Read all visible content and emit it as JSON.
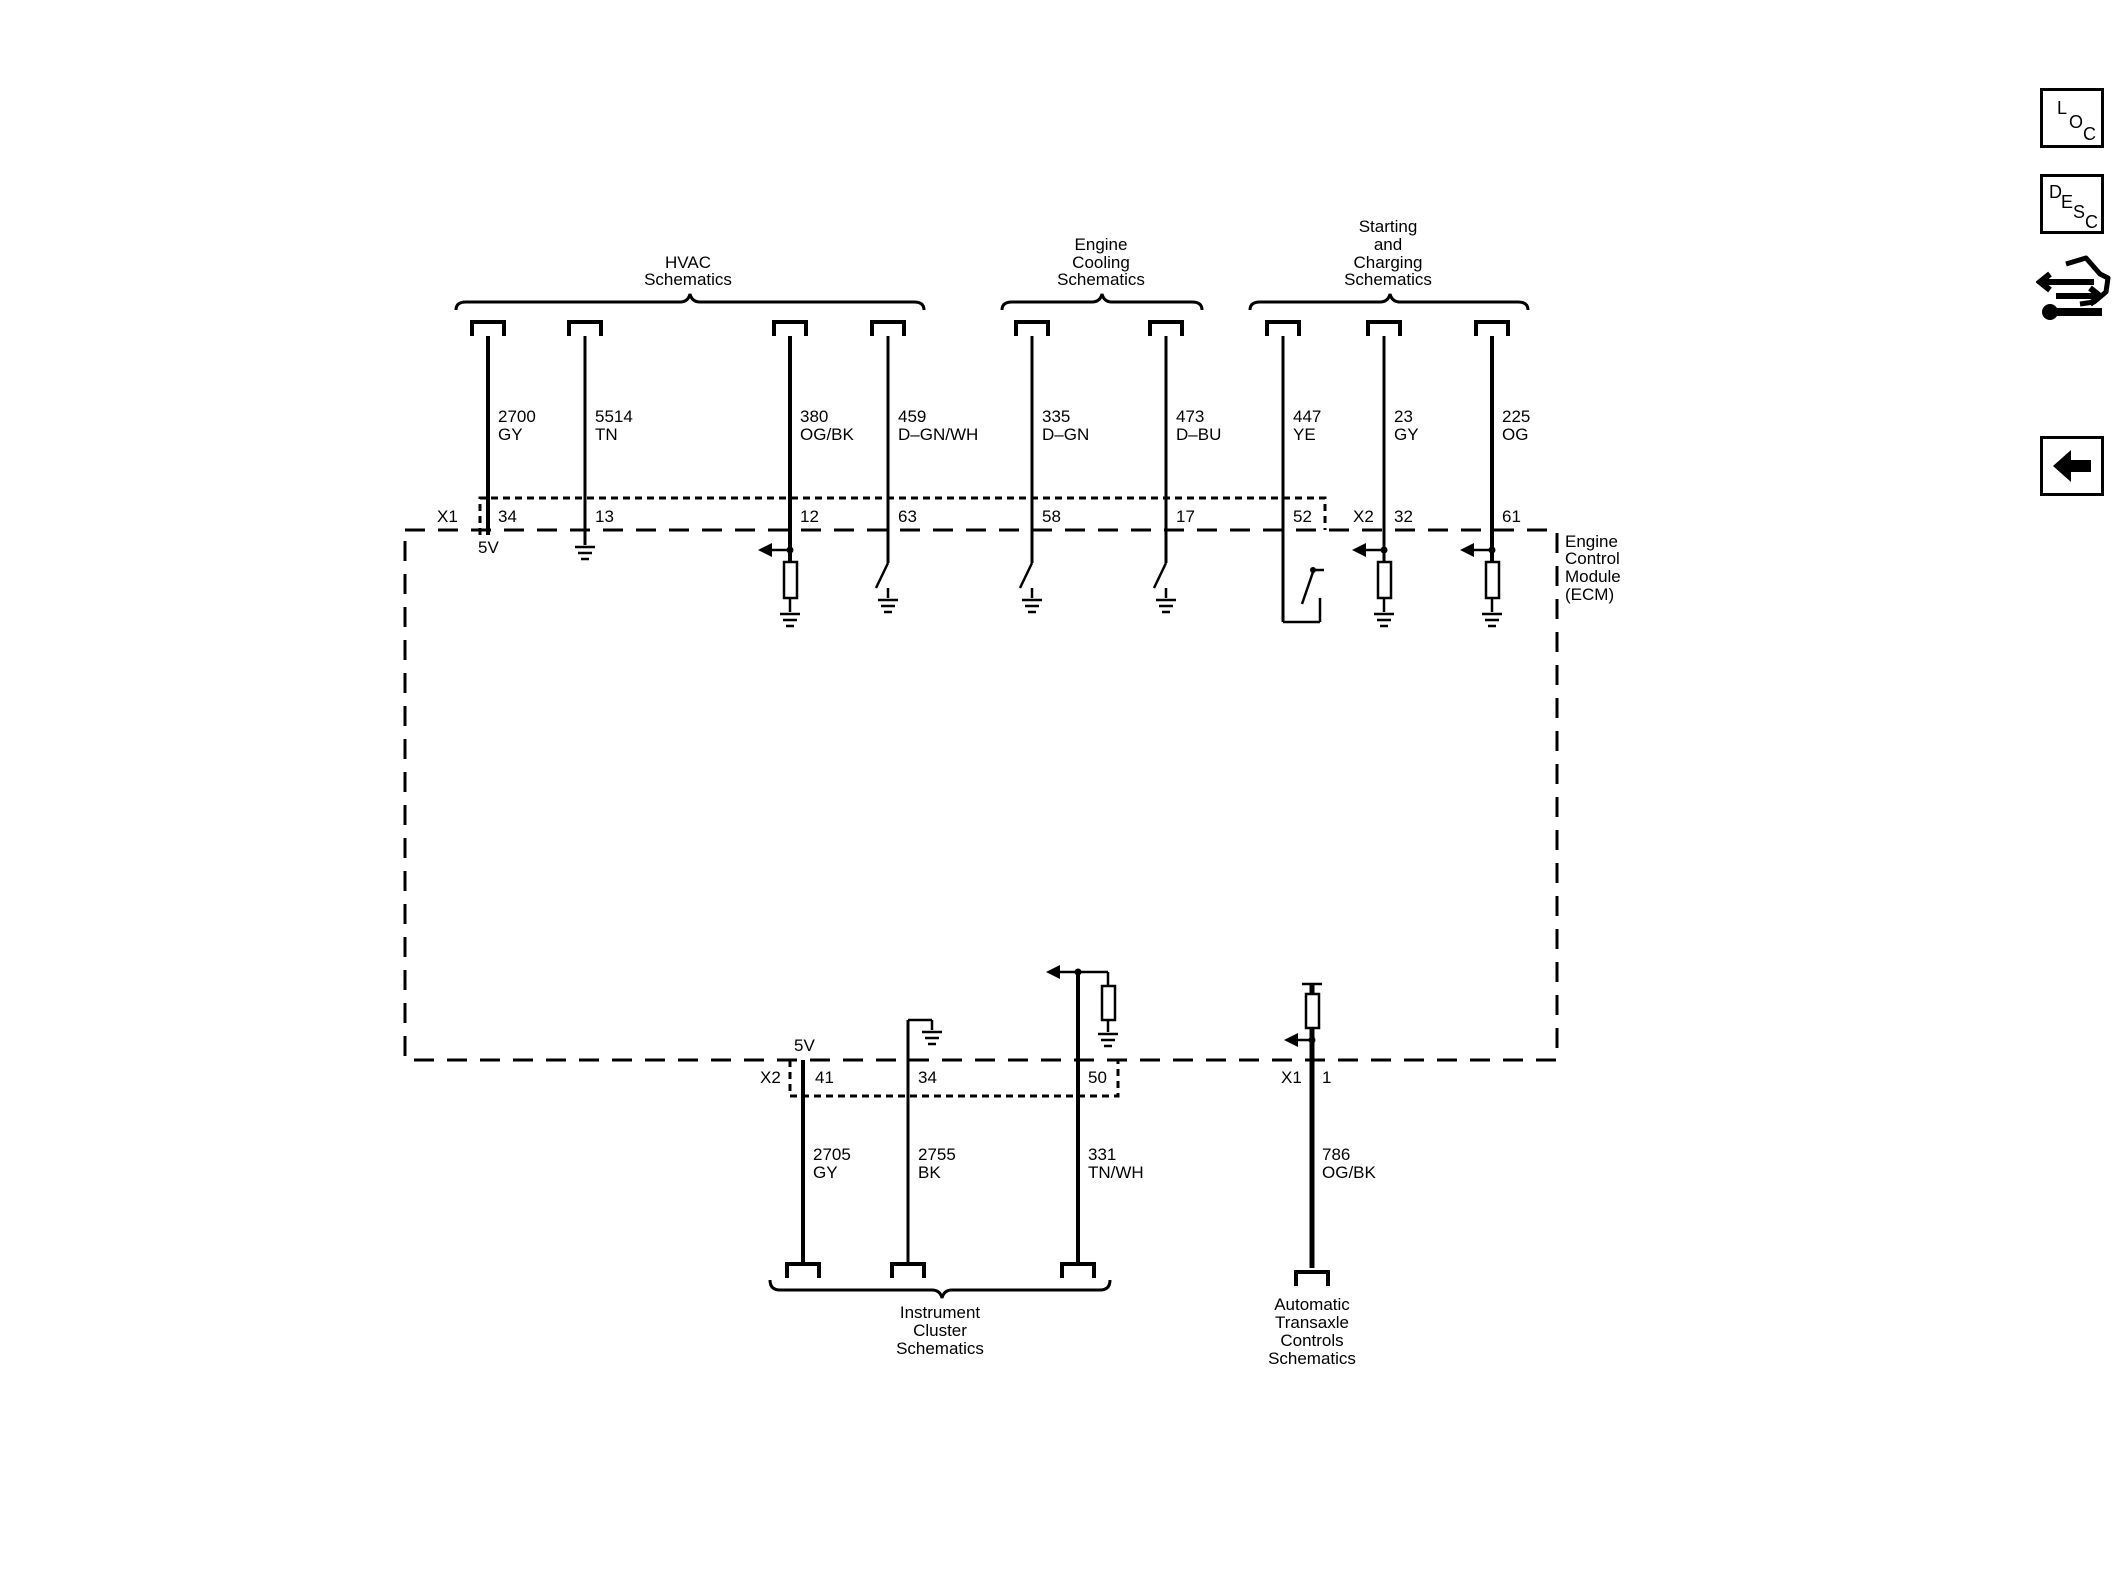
{
  "nav": {
    "loc": [
      "L",
      "O",
      "C"
    ],
    "desc": [
      "D",
      "E",
      "S",
      "C"
    ]
  },
  "module": {
    "label_lines": [
      "Engine",
      "Control",
      "Module",
      "(ECM)"
    ]
  },
  "groups": {
    "hvac": [
      "HVAC",
      "Schematics"
    ],
    "cooling": [
      "Engine",
      "Cooling",
      "Schematics"
    ],
    "starting": [
      "Starting",
      "and",
      "Charging",
      "Schematics"
    ],
    "cluster": [
      "Instrument",
      "Cluster",
      "Schematics"
    ],
    "transaxle": [
      "Automatic",
      "Transaxle",
      "Controls",
      "Schematics"
    ]
  },
  "connectors": {
    "top_x1": "X1",
    "top_x2": "X2",
    "bottom_x2": "X2",
    "bottom_x1": "X1"
  },
  "top_wires": [
    {
      "circuit": "2700",
      "color": "GY",
      "pin": "34"
    },
    {
      "circuit": "5514",
      "color": "TN",
      "pin": "13"
    },
    {
      "circuit": "380",
      "color": "OG/BK",
      "pin": "12"
    },
    {
      "circuit": "459",
      "color": "D–GN/WH",
      "pin": "63"
    },
    {
      "circuit": "335",
      "color": "D–GN",
      "pin": "58"
    },
    {
      "circuit": "473",
      "color": "D–BU",
      "pin": "17"
    },
    {
      "circuit": "447",
      "color": "YE",
      "pin": "52"
    },
    {
      "circuit": "23",
      "color": "GY",
      "pin": "32"
    },
    {
      "circuit": "225",
      "color": "OG",
      "pin": "61"
    }
  ],
  "bottom_wires": [
    {
      "circuit": "2705",
      "color": "GY",
      "pin": "41"
    },
    {
      "circuit": "2755",
      "color": "BK",
      "pin": "34"
    },
    {
      "circuit": "331",
      "color": "TN/WH",
      "pin": "50"
    },
    {
      "circuit": "786",
      "color": "OG/BK",
      "pin": "1"
    }
  ],
  "voltage_labels": {
    "top": "5V",
    "bottom": "5V"
  }
}
